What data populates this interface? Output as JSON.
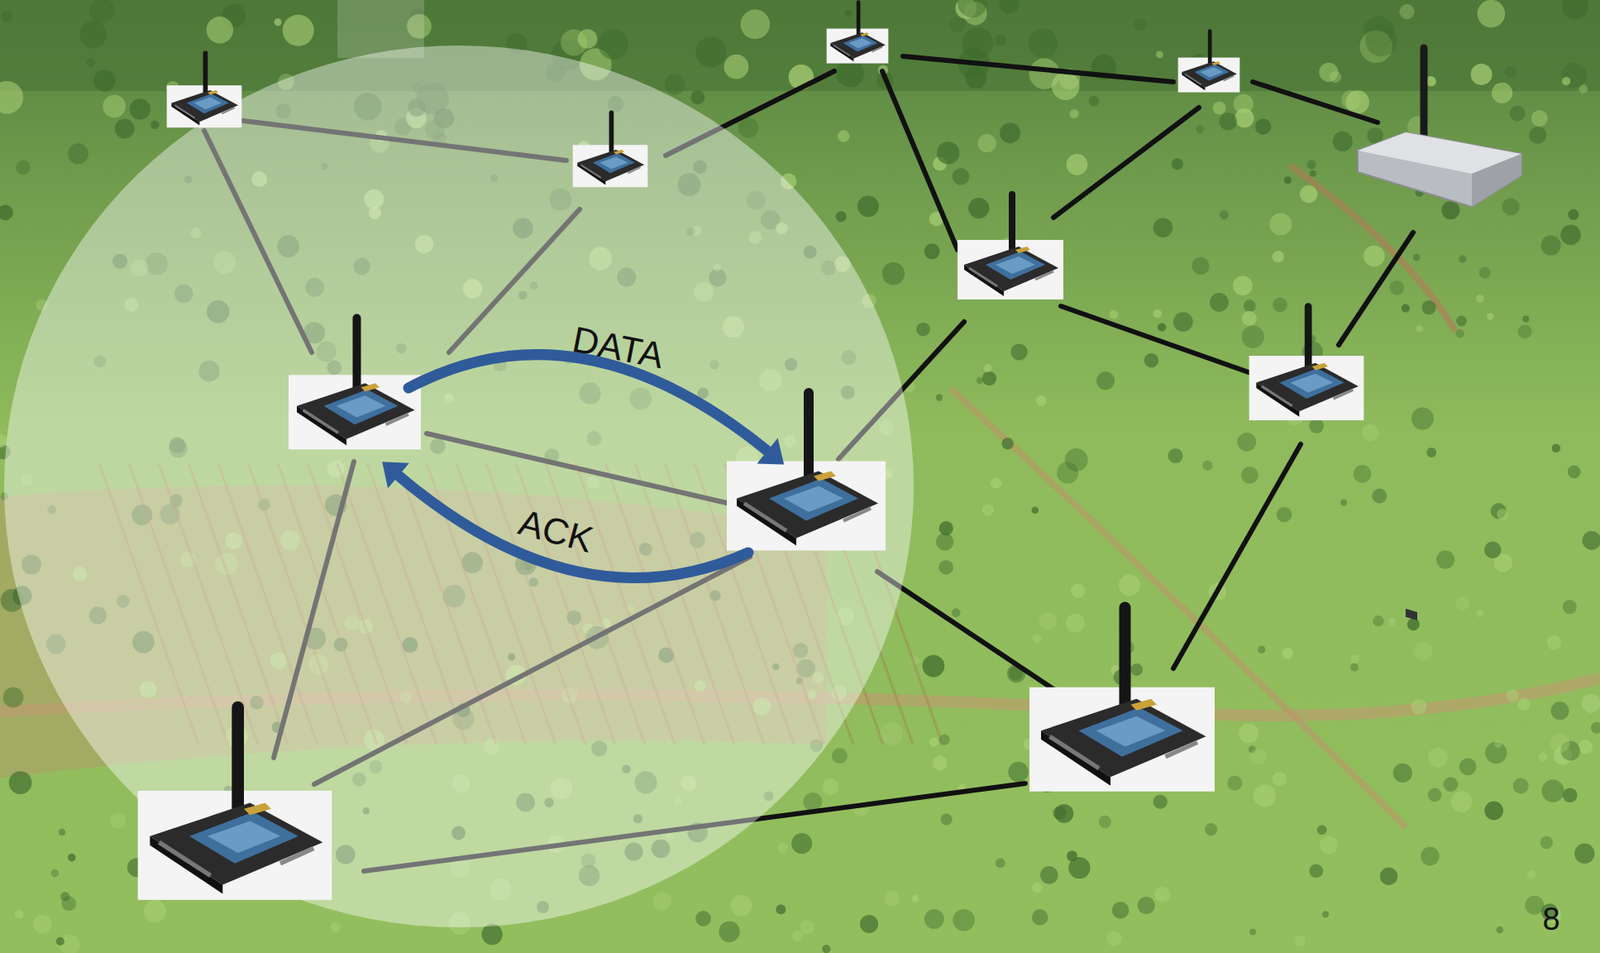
{
  "diagram": {
    "labels": [
      "DATA",
      "ACK",
      "8"
    ]
  }
}
